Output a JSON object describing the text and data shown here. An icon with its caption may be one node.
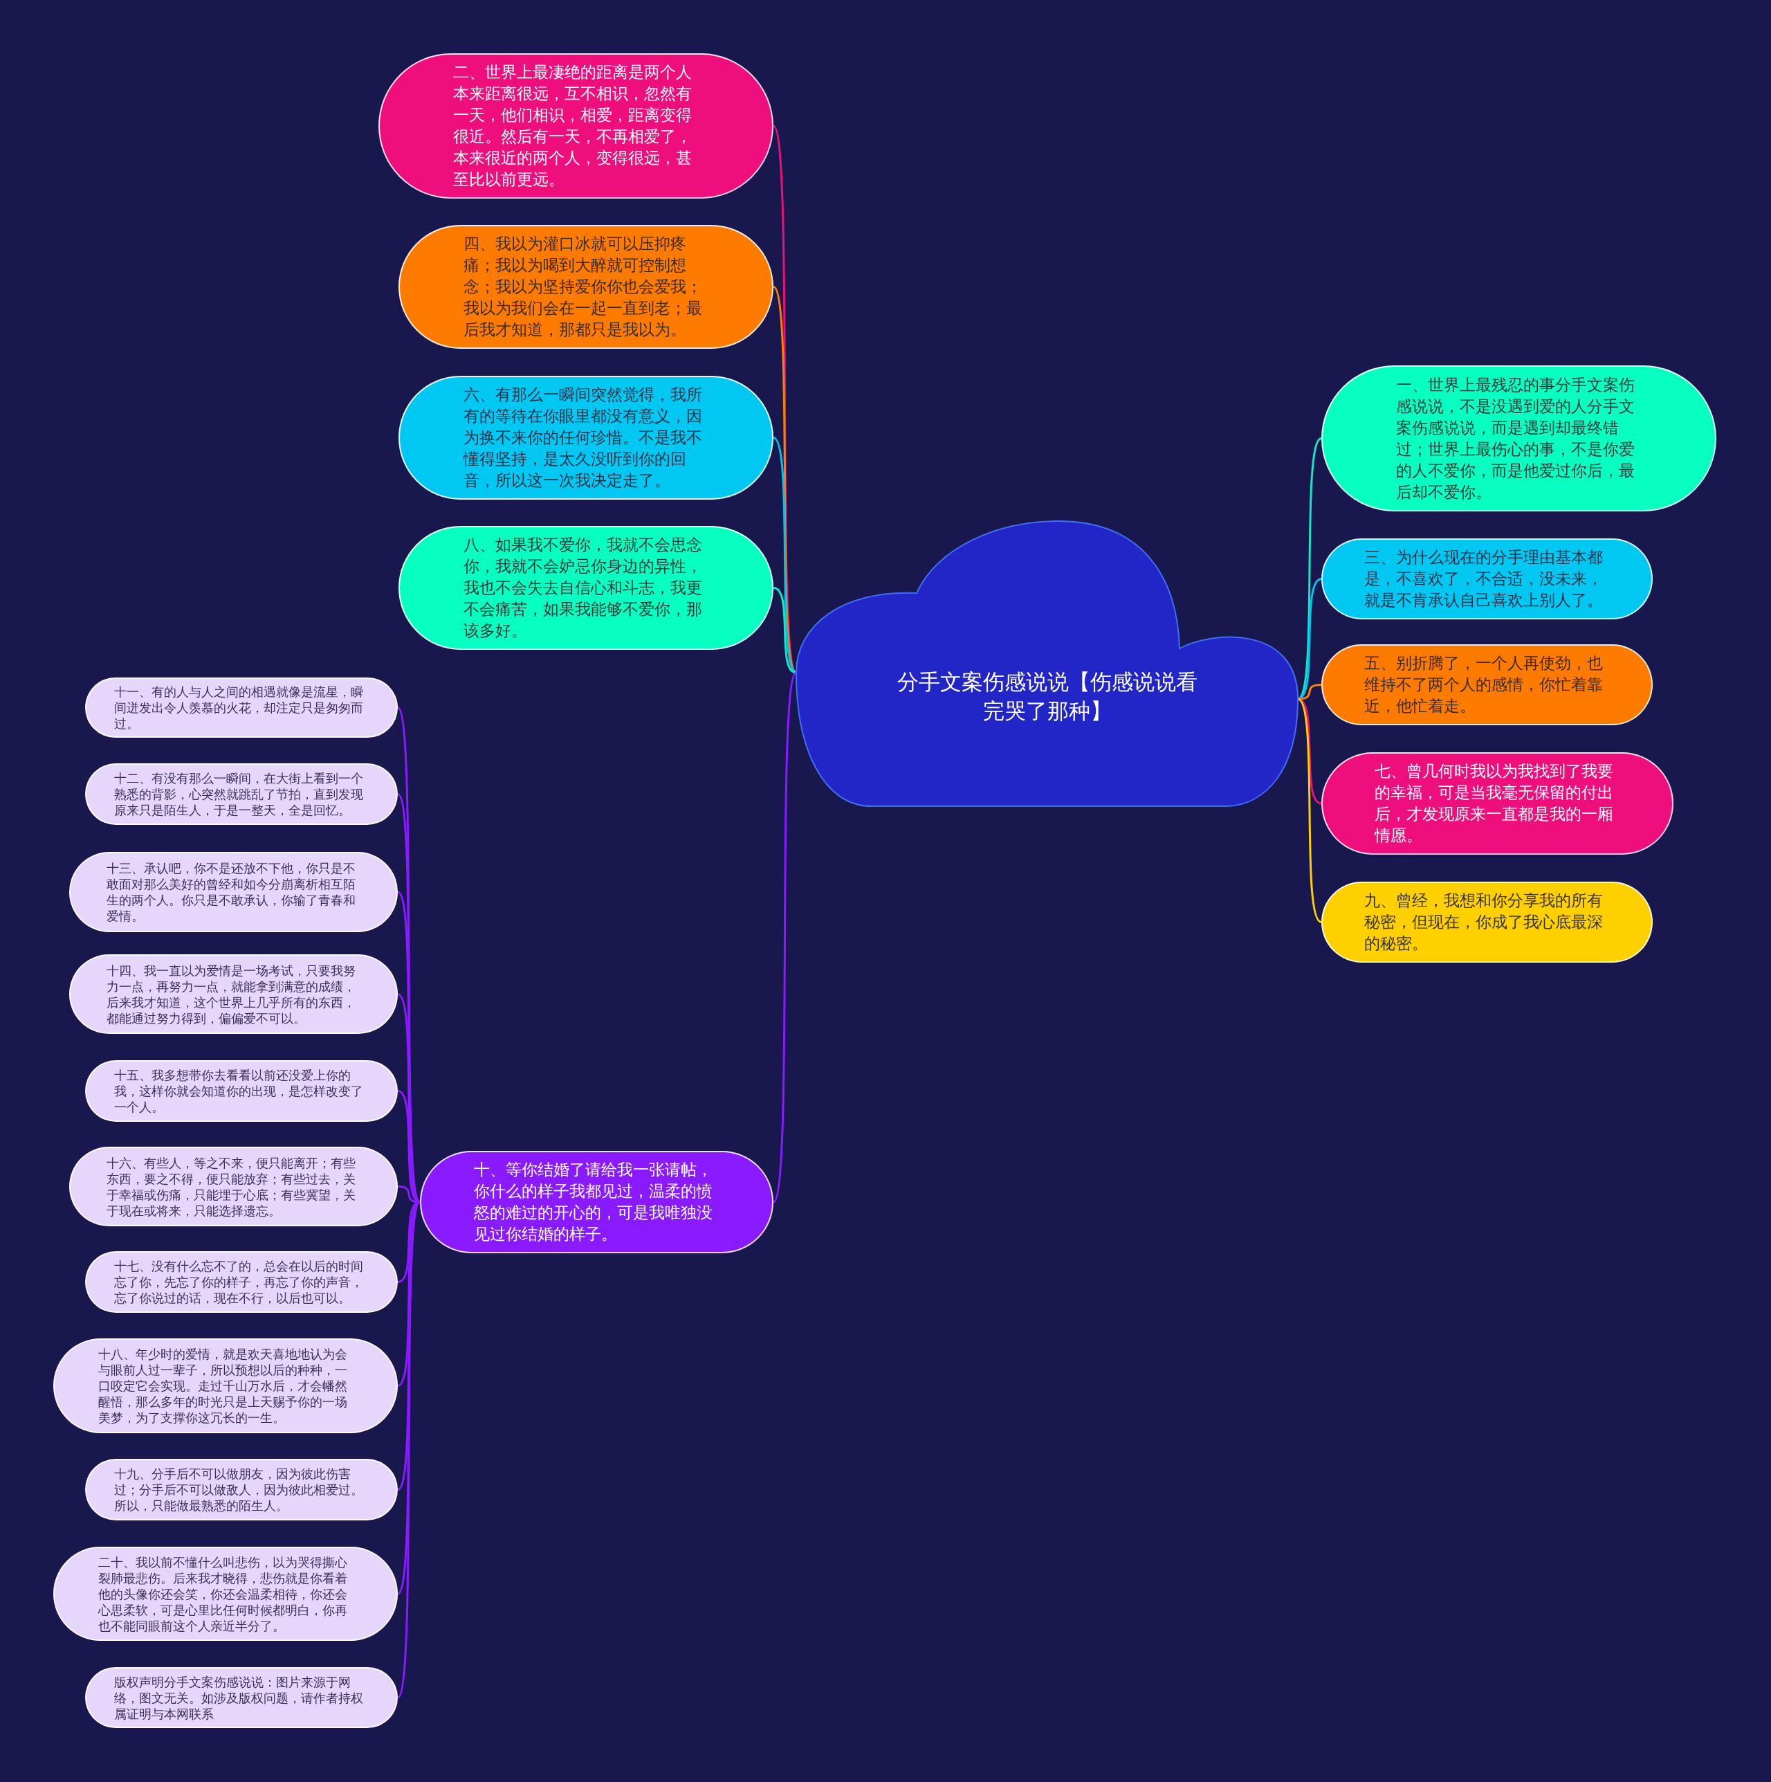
{
  "diagram": {
    "nodes": [
      {
        "text": [
          "分手文案伤感说说【伤感说说看完哭了那种】"
        ]
      },
      {
        "text": [
          "一、世界上最残忍的事分手文案伤感说说，不是没遇到爱的人分手文案伤感说说，而是遇到却最终错过；世界上最伤心的事，不是你爱的人不爱你，而是他爱过你后，最后却不爱你。"
        ]
      },
      {
        "text": [
          "三、为什么现在的分手理由基本都是，不喜欢了，不合适，没未来，就是不肯承认自己喜欢上别人了。"
        ]
      },
      {
        "text": [
          "五、别折腾了，一个人再使劲，也维持不了两个人的感情，你忙着靠近，他忙着走。"
        ]
      },
      {
        "text": [
          "七、曾几何时我以为我找到了我要的幸福，可是当我毫无保留的付出后，才发现原来一直都是我的一厢情愿。"
        ]
      },
      {
        "text": [
          "九、曾经，我想和你分享我的所有秘密，但现在，你成了我心底最深的秘密。"
        ]
      },
      {
        "text": [
          "二、世界上最凄绝的距离是两个人本来距离很远，互不相识，忽然有一天，他们相识，相爱，距离变得很近。然后有一天，不再相爱了，本来很近的两个人，变得很远，甚至比以前更远。"
        ]
      },
      {
        "text": [
          "四、我以为灌口冰就可以压抑疼痛；我以为喝到大醉就可控制想念；我以为坚持爱你你也会爱我；我以为我们会在一起一直到老；最后我才知道，那都只是我以为。"
        ]
      },
      {
        "text": [
          "六、有那么一瞬间突然觉得，我所有的等待在你眼里都没有意义，因为换不来你的任何珍惜。不是我不懂得坚持，是太久没听到你的回音，所以这一次我决定走了。"
        ]
      },
      {
        "text": [
          "八、如果我不爱你，我就不会思念你，我就不会妒忌你身边的异性，我也不会失去自信心和斗志，我更不会痛苦，如果我能够不爱你，那该多好。"
        ]
      },
      {
        "text": [
          "十、等你结婚了请给我一张请帖，你什么的样子我都见过，温柔的愤怒的难过的开心的，可是我唯独没见过你结婚的样子。"
        ]
      },
      {
        "text": [
          "十一、有的人与人之间的相遇就像是流星，瞬间迸发出令人羡慕的火花，却注定只是匆匆而过。"
        ]
      },
      {
        "text": [
          "十二、有没有那么一瞬间，在大街上看到一个熟悉的背影，心突然就跳乱了节拍，直到发现原来只是陌生人，于是一整天，全是回忆。"
        ]
      },
      {
        "text": [
          "十三、承认吧，你不是还放不下他，你只是不敢面对那么美好的曾经和如今分崩离析相互陌生的两个人。你只是不敢承认，你输了青春和爱情。"
        ]
      },
      {
        "text": [
          "十四、我一直以为爱情是一场考试，只要我努力一点，再努力一点，就能拿到满意的成绩，后来我才知道，这个世界上几乎所有的东西，都能通过努力得到，偏偏爱不可以。"
        ]
      },
      {
        "text": [
          "十五、我多想带你去看看以前还没爱上你的我，这样你就会知道你的出现，是怎样改变了一个人。"
        ]
      },
      {
        "text": [
          "十六、有些人，等之不来，便只能离开；有些东西，要之不得，便只能放弃；有些过去，关于幸福或伤痛，只能埋于心底；有些冀望，关于现在或将来，只能选择遗忘。"
        ]
      },
      {
        "text": [
          "十七、没有什么忘不了的，总会在以后的时间忘了你，先忘了你的样子，再忘了你的声音，忘了你说过的话，现在不行，以后也可以。"
        ]
      },
      {
        "text": [
          "十八、年少时的爱情，就是欢天喜地地认为会与眼前人过一辈子，所以预想以后的种种，一口咬定它会实现。走过千山万水后，才会幡然醒悟，那么多年的时光只是上天赐予你的一场美梦，为了支撑你这冗长的一生。"
        ]
      },
      {
        "text": [
          "十九、分手后不可以做朋友，因为彼此伤害过；分手后不可以做敌人，因为彼此相爱过。所以，只能做最熟悉的陌生人。"
        ]
      },
      {
        "text": [
          "二十、我以前不懂什么叫悲伤，以为哭得撕心裂肺最悲伤。后来我才晓得，悲伤就是你看着他的头像你还会笑，你还会温柔相待，你还会心思柔软，可是心里比任何时候都明白，你再也不能同眼前这个人亲近半分了。"
        ]
      },
      {
        "text": [
          "版权声明分手文案伤感说说：图片来源于网络，图文无关。如涉及版权问题，请作者持权属证明与本网联系"
        ]
      }
    ],
    "edges": [
      {
        "from": 0,
        "to": 1,
        "arrow": "none",
        "color": "#12e8c4"
      },
      {
        "from": 0,
        "to": 2,
        "arrow": "none",
        "color": "#00c4ec"
      },
      {
        "from": 0,
        "to": 3,
        "arrow": "none",
        "color": "#ff8000"
      },
      {
        "from": 0,
        "to": 4,
        "arrow": "none",
        "color": "#ee1077"
      },
      {
        "from": 0,
        "to": 5,
        "arrow": "none",
        "color": "#ffd000"
      },
      {
        "from": 0,
        "to": 6,
        "arrow": "none",
        "color": "#ee1077"
      },
      {
        "from": 0,
        "to": 7,
        "arrow": "none",
        "color": "#ff8000"
      },
      {
        "from": 0,
        "to": 8,
        "arrow": "none",
        "color": "#00c4ec"
      },
      {
        "from": 0,
        "to": 9,
        "arrow": "none",
        "color": "#12e8c4"
      },
      {
        "from": 0,
        "to": 10,
        "arrow": "none"
      },
      {
        "from": 10,
        "to": 11,
        "arrow": "none"
      },
      {
        "from": 10,
        "to": 12,
        "arrow": "none"
      },
      {
        "from": 10,
        "to": 13,
        "arrow": "none"
      },
      {
        "from": 10,
        "to": 14,
        "arrow": "none"
      },
      {
        "from": 10,
        "to": 15,
        "arrow": "none"
      },
      {
        "from": 10,
        "to": 16,
        "arrow": "none"
      },
      {
        "from": 10,
        "to": 17,
        "arrow": "none"
      },
      {
        "from": 10,
        "to": 18,
        "arrow": "none"
      },
      {
        "from": 10,
        "to": 19,
        "arrow": "none"
      },
      {
        "from": 10,
        "to": 20,
        "arrow": "none"
      },
      {
        "from": 10,
        "to": 21,
        "arrow": "none"
      }
    ]
  }
}
